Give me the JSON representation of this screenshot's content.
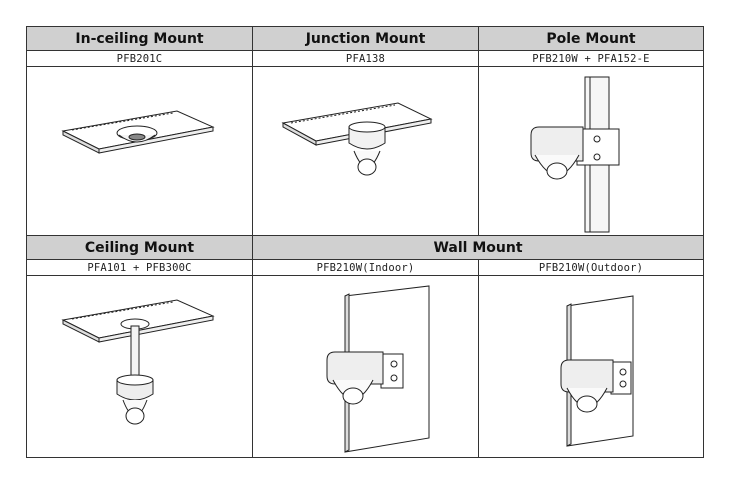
{
  "row1": {
    "headers": [
      "In-ceiling Mount",
      "Junction Mount",
      "Pole Mount"
    ],
    "models": [
      "PFB201C",
      "PFA138",
      "PFB210W + PFA152-E"
    ],
    "images": [
      "in-ceiling-mount-illustration",
      "junction-mount-illustration",
      "pole-mount-illustration"
    ]
  },
  "row2": {
    "headers": [
      "Ceiling Mount",
      "Wall Mount"
    ],
    "models": [
      "PFA101 + PFB300C",
      "PFB210W(Indoor)",
      "PFB210W(Outdoor)"
    ],
    "images": [
      "ceiling-mount-illustration",
      "wall-mount-indoor-illustration",
      "wall-mount-outdoor-illustration"
    ]
  }
}
